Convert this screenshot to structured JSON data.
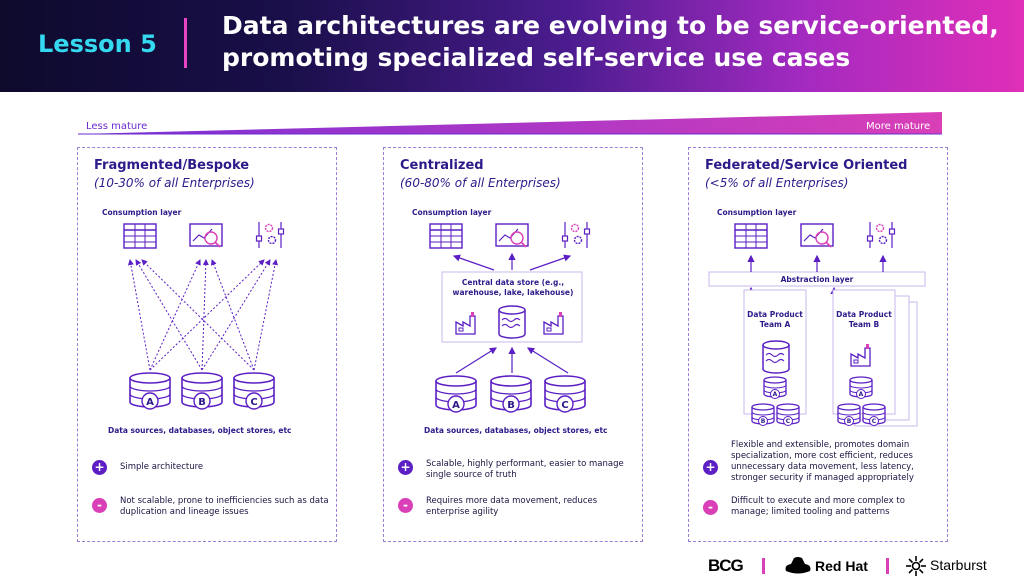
{
  "header": {
    "lesson": "Lesson 5",
    "title_line1": "Data architectures are evolving to be service-oriented,",
    "title_line2": "promoting specialized self-service use cases"
  },
  "maturity": {
    "less": "Less mature",
    "more": "More mature"
  },
  "panels": [
    {
      "title": "Fragmented/Bespoke",
      "subtitle": "(10-30% of all Enterprises)",
      "consumption": "Consumption layer",
      "sources": "Data sources, databases, object stores, etc",
      "plus": "Simple architecture",
      "minus": "Not scalable, prone to inefficiencies such as data duplication and lineage issues"
    },
    {
      "title": "Centralized",
      "subtitle": "(60-80% of all Enterprises)",
      "consumption": "Consumption layer",
      "central_line1": "Central data store (e.g.,",
      "central_line2": "warehouse, lake, lakehouse)",
      "sources": "Data sources, databases, object stores, etc",
      "plus": "Scalable, highly performant, easier to manage single source of truth",
      "minus": "Requires more data movement, reduces enterprise agility"
    },
    {
      "title": "Federated/Service Oriented",
      "subtitle": "(<5% of all Enterprises)",
      "consumption": "Consumption layer",
      "abstraction": "Abstraction layer",
      "team_a_line1": "Data Product",
      "team_a_line2": "Team A",
      "team_b_line1": "Data Product",
      "team_b_line2": "Team B",
      "plus": "Flexible and extensible, promotes domain specialization, more cost efficient, reduces unnecessary data movement, less latency, stronger security if managed appropriately",
      "minus": "Difficult to execute and more complex to manage; limited tooling and patterns"
    }
  ],
  "db_letters": [
    "A",
    "B",
    "C"
  ],
  "bullets": {
    "plus": "+",
    "minus": "-"
  },
  "logos": {
    "bcg": "BCG",
    "redhat": "Red Hat",
    "starburst": "Starburst"
  },
  "colors": {
    "primary": "#5b1fc4",
    "accent": "#d93fb7",
    "cyan": "#35d9ef",
    "navy": "#2d1a8a"
  }
}
